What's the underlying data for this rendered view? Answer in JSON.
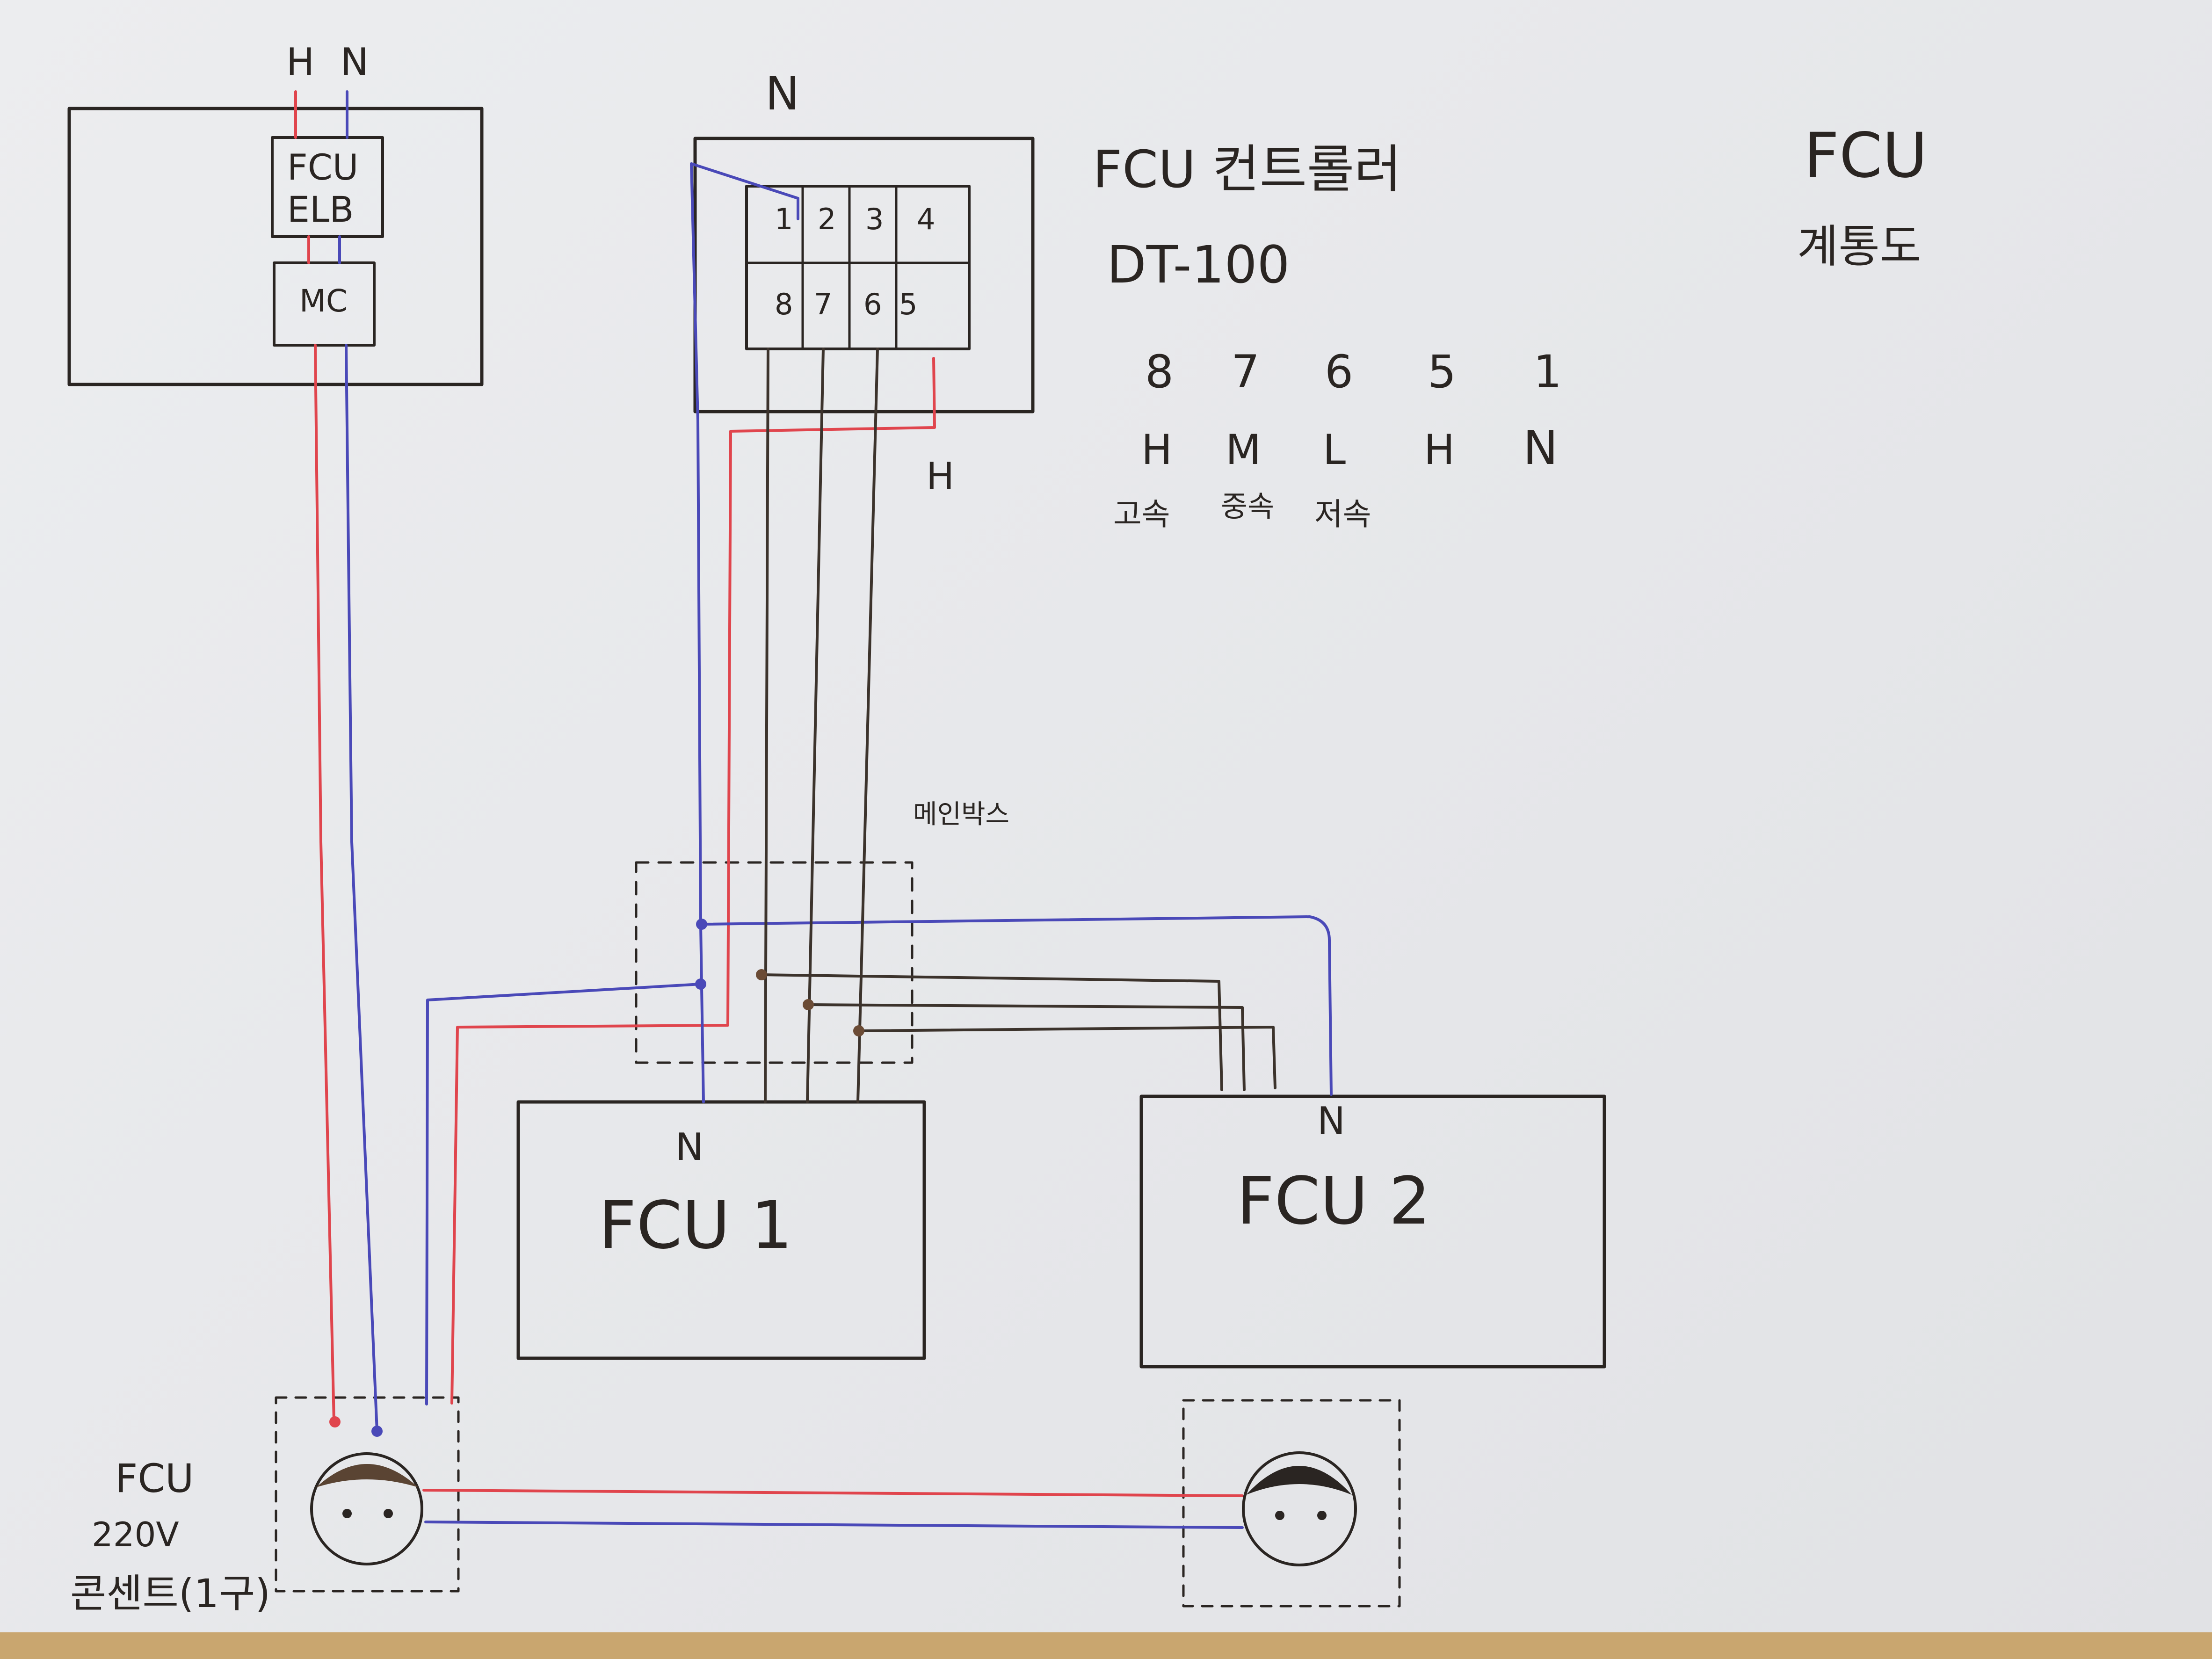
{
  "title": {
    "line1": "FCU",
    "line2": "계통도"
  },
  "power_source": {
    "h_label": "H",
    "n_label": "N",
    "breaker_line1": "FCU",
    "breaker_line2": "ELB",
    "contactor": "MC"
  },
  "controller": {
    "name": "FCU 컨트롤러",
    "model": "DT-100",
    "n_label": "N",
    "h_label": "H",
    "terminals_top": [
      "1",
      "2",
      "3",
      "4"
    ],
    "terminals_bottom": [
      "8",
      "7",
      "6",
      "5"
    ]
  },
  "terminal_legend": {
    "numbers": [
      "8",
      "7",
      "6",
      "5",
      "1"
    ],
    "signals": [
      "H",
      "M",
      "L",
      "H",
      "N"
    ],
    "speeds": [
      "고속",
      "중속",
      "저속"
    ]
  },
  "junction_box": {
    "label": "메인박스"
  },
  "units": [
    {
      "name": "FCU 1",
      "n_label": "N"
    },
    {
      "name": "FCU 2",
      "n_label": "N"
    }
  ],
  "outlet": {
    "line1": "FCU",
    "line2": "220V",
    "line3": "콘센트(1구)"
  },
  "colors": {
    "hot": "#e0454d",
    "neutral": "#4a49b8",
    "signal": "#3c332c",
    "ink": "#2a2522",
    "paper": "#e9eaed"
  }
}
